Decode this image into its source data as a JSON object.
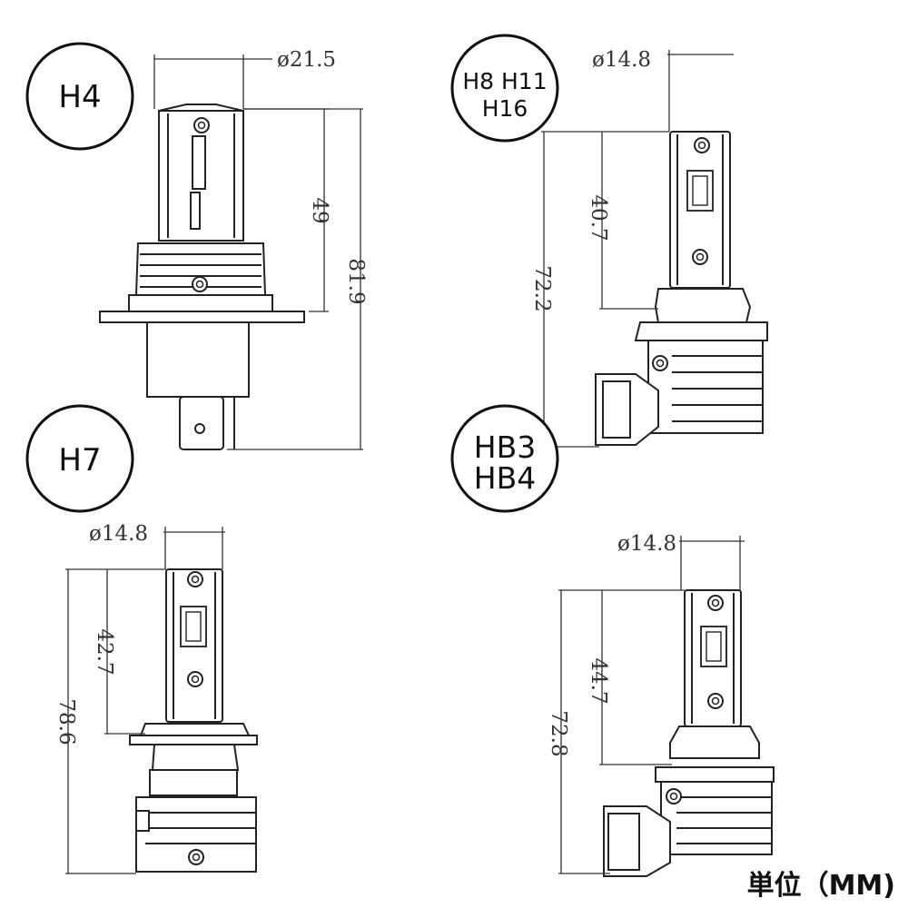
{
  "bulbs": {
    "h4": {
      "label": "H4",
      "diameter": "ø21.5",
      "height_short": "49",
      "height_total": "81.9"
    },
    "h8": {
      "label_line1": "H8 H11",
      "label_line2": "H16",
      "diameter": "ø14.8",
      "height_short": "40.7",
      "height_total": "72.2"
    },
    "h7": {
      "label": "H7",
      "diameter": "ø14.8",
      "height_short": "42.7",
      "height_total": "78.6"
    },
    "hb": {
      "label_line1": "HB3",
      "label_line2": "HB4",
      "diameter": "ø14.8",
      "height_short": "44.7",
      "height_total": "72.8"
    }
  },
  "unit_label": "単位（MM)"
}
